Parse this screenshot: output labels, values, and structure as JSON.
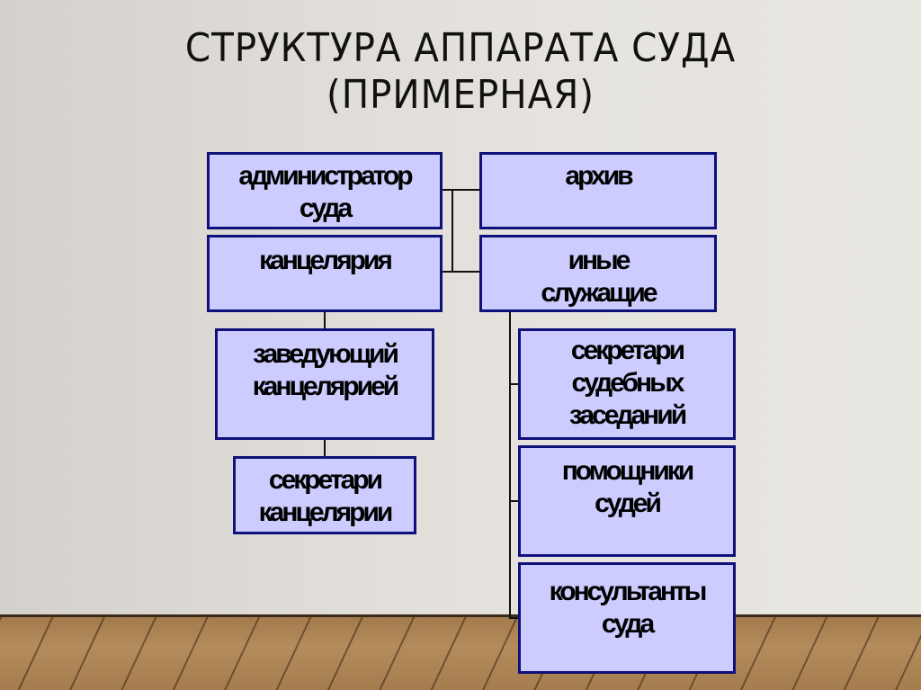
{
  "slide": {
    "title_line1": "СТРУКТУРА АППАРАТА СУДА",
    "title_line2": "(ПРИМЕРНАЯ)"
  },
  "diagram": {
    "colors": {
      "box_fill": "#ccccff",
      "box_border": "#10107a",
      "connector": "#111111",
      "wall": "#e3e0db",
      "floor": "#a87f50"
    },
    "boxes": {
      "administrator": {
        "line1": "администратор",
        "line2": "суда"
      },
      "archive": {
        "line1": "архив"
      },
      "chancellery": {
        "line1": "канцелярия"
      },
      "other_staff": {
        "line1": "иные",
        "line2": "служащие"
      },
      "head_of_chancellery": {
        "line1": "заведующий",
        "line2": "канцелярией"
      },
      "chancellery_secretaries": {
        "line1": "секретари",
        "line2": "канцелярии"
      },
      "court_session_secretaries": {
        "line1": "секретари",
        "line2": "судебных",
        "line3": "заседаний"
      },
      "judge_assistants": {
        "line1": "помощники",
        "line2": "судей"
      },
      "court_consultants": {
        "line1": "консультанты",
        "line2": "суда"
      }
    }
  }
}
